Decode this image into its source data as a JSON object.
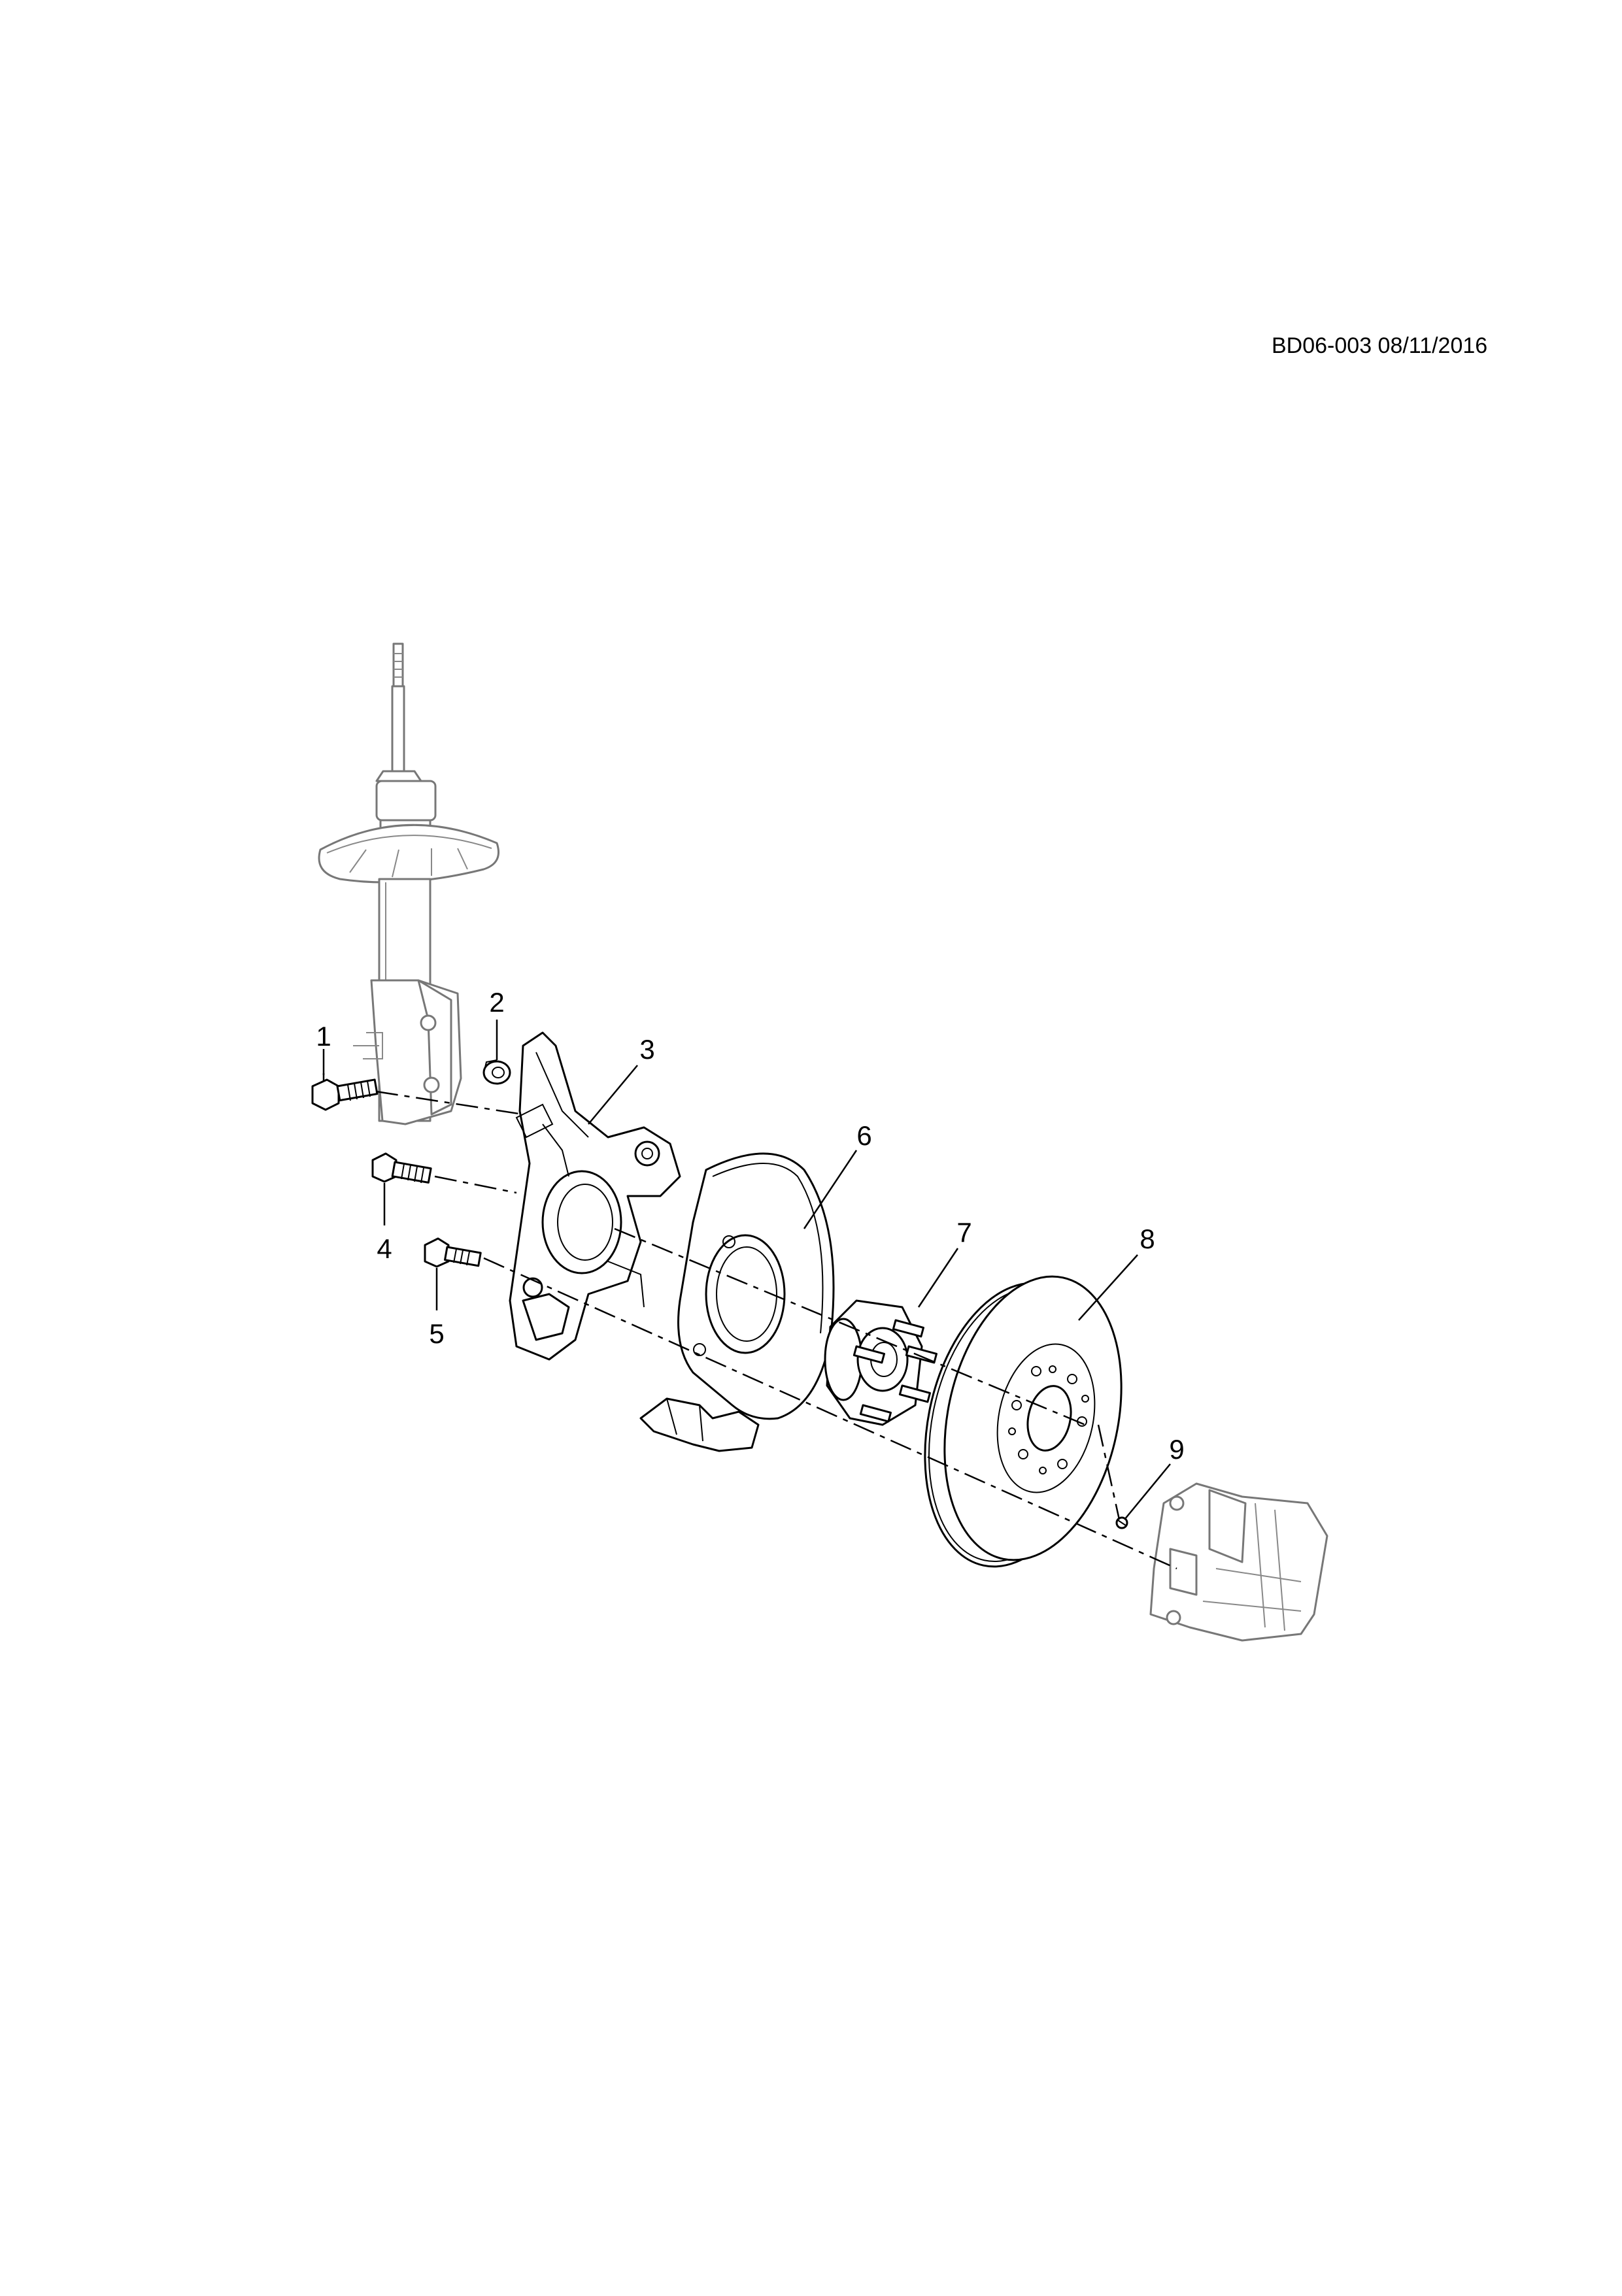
{
  "document": {
    "reference": "BD06-003 08/11/2016"
  },
  "callouts": [
    "1",
    "2",
    "3",
    "4",
    "5",
    "6",
    "7",
    "8",
    "9"
  ]
}
